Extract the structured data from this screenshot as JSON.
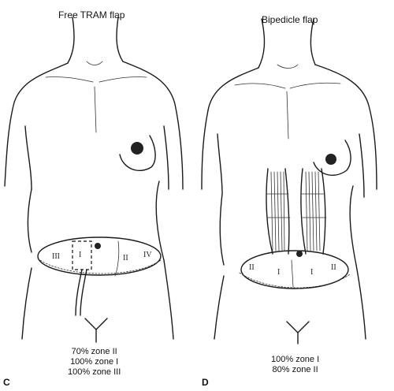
{
  "left": {
    "title": "Free TRAM flap",
    "panel": "C",
    "zones": [
      "III",
      "I",
      "II",
      "IV"
    ],
    "stats": [
      "70% zone II",
      "100% zone I",
      "100% zone III"
    ]
  },
  "right": {
    "title": "Bipedicle flap",
    "panel": "D",
    "zones": [
      "II",
      "I",
      "I",
      "II"
    ],
    "stats": [
      "100% zone I",
      "80% zone II"
    ]
  }
}
